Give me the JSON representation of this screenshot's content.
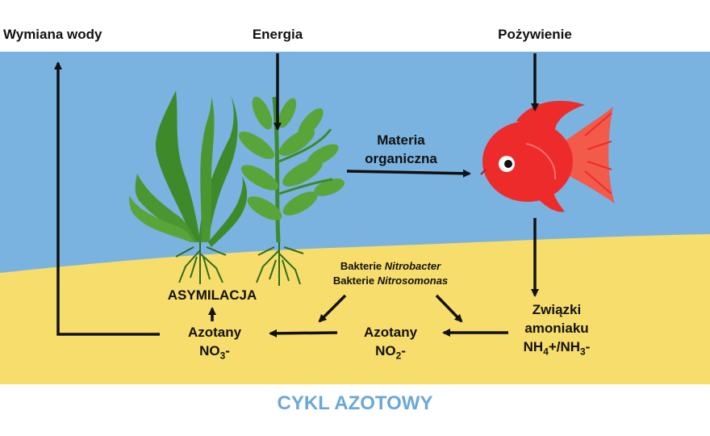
{
  "colors": {
    "water": "#7ab3e0",
    "sand": "#f7dd6b",
    "plant_dark": "#3e8a2a",
    "plant_light": "#5aa53a",
    "root": "#2f6d1d",
    "fish": "#ee2b2b",
    "fish_fin": "#f25a4a",
    "arrow": "#111111",
    "title": "#6aa8d8"
  },
  "labels": {
    "water_exchange": "Wymiana wody",
    "energy": "Energia",
    "food": "Pożywienie",
    "organic_1": "Materia",
    "organic_2": "organiczna",
    "bacteria_1_prefix": "Bakterie ",
    "bacteria_1_name": "Nitrobacter",
    "bacteria_2_prefix": "Bakterie ",
    "bacteria_2_name": "Nitrosomonas",
    "assimilation": "ASYMILACJA",
    "nitrates": "Azotany",
    "nitrates_formula_main": "NO",
    "nitrates_formula_sub": "3",
    "nitrates_formula_tail": "-",
    "nitrites": "Azotany",
    "nitrites_formula_main": "NO",
    "nitrites_formula_sub": "2",
    "nitrites_formula_tail": "-",
    "ammonia_1": "Związki",
    "ammonia_2": "amoniaku",
    "ammonia_f1": "NH",
    "ammonia_f1_sub": "4",
    "ammonia_f2": "+/NH",
    "ammonia_f2_sub": "3",
    "ammonia_f3": "-"
  },
  "title": "CYKL AZOTOWY"
}
